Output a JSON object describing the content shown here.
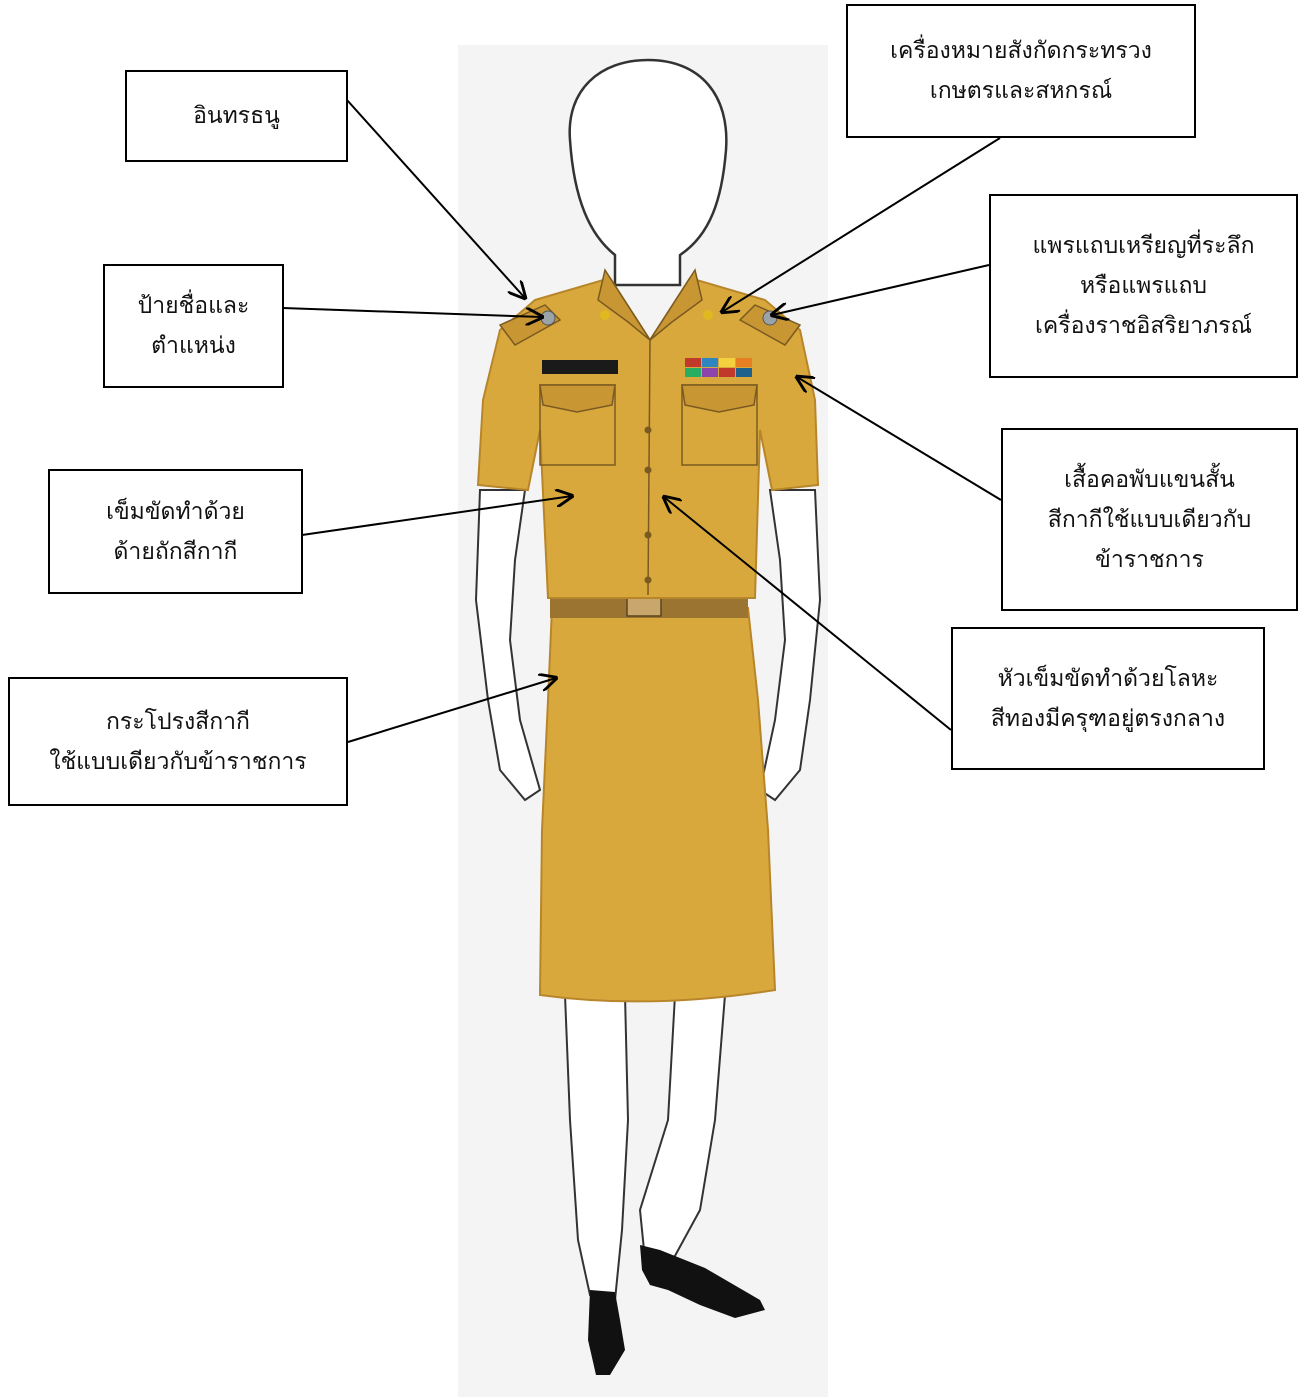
{
  "figure": {
    "background_panel_color": "#f4f4f4",
    "uniform_color": "#d9a83c",
    "uniform_shade": "#b8862a",
    "belt_color": "#9a7430",
    "shoe_color": "#111111",
    "outline_color": "#333333"
  },
  "labels": {
    "epaulette": {
      "lines": [
        "อินทรธนู"
      ]
    },
    "ministry_emblem": {
      "lines": [
        "เครื่องหมายสังกัดกระทรวง",
        "เกษตรและสหกรณ์"
      ]
    },
    "name_tag": {
      "lines": [
        "ป้ายชื่อและ",
        "ตำแหน่ง"
      ]
    },
    "medal_ribbon": {
      "lines": [
        "แพรแถบเหรียญที่ระลึก",
        "หรือแพรแถบ",
        "เครื่องราชอิสริยาภรณ์"
      ]
    },
    "shirt": {
      "lines": [
        "เสื้อคอพับแขนสั้น",
        "สีกากีใช้แบบเดียวกับ",
        "ข้าราชการ"
      ]
    },
    "belt": {
      "lines": [
        "เข็มขัดทำด้วย",
        "ด้ายถักสีกากี"
      ]
    },
    "buckle": {
      "lines": [
        "หัวเข็มขัดทำด้วยโลหะ",
        "สีทองมีครุฑอยู่ตรงกลาง"
      ]
    },
    "skirt": {
      "lines": [
        "กระโปรงสีกากี",
        "ใช้แบบเดียวกับข้าราชการ"
      ]
    }
  }
}
